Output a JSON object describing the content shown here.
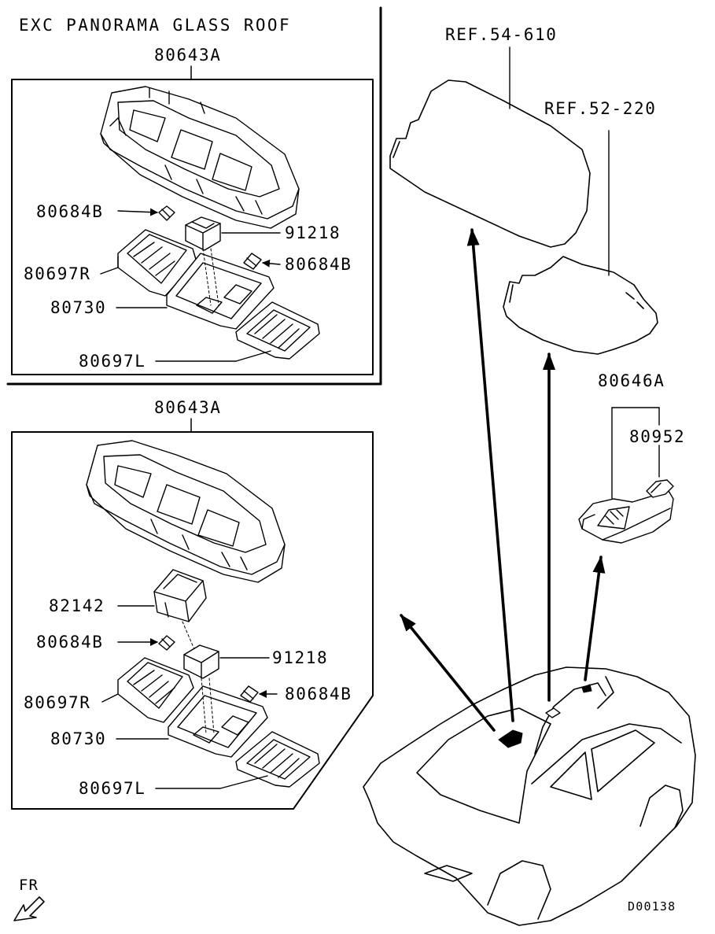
{
  "section_title": "EXC PANORAMA GLASS ROOF",
  "upper_panel": {
    "assembly": "80643A",
    "labels": {
      "bulb_left": "80684B",
      "switch": "91218",
      "bulb_right": "80684B",
      "lens_r": "80697R",
      "housing": "80730",
      "lens_l": "80697L"
    }
  },
  "lower_panel": {
    "assembly": "80643A",
    "labels": {
      "switch_top": "82142",
      "bulb_left": "80684B",
      "switch": "91218",
      "bulb_right": "80684B",
      "lens_r": "80697R",
      "housing": "80730",
      "lens_l": "80697L"
    }
  },
  "refs": {
    "headlining": "REF.54-610",
    "sunroof": "REF.52-220"
  },
  "right_group": {
    "assembly": "80646A",
    "bulb": "80952"
  },
  "direction_label": "FR",
  "diagram_code": "D00138"
}
